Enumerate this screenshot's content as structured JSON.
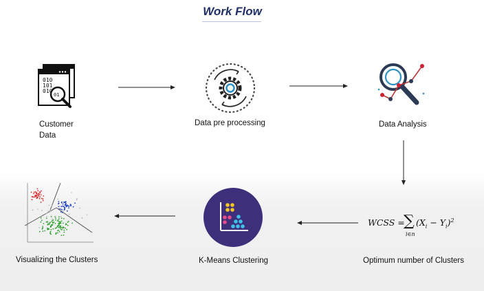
{
  "title": "Work Flow",
  "steps": [
    {
      "label_line1": "Customer",
      "label_line2": "Data",
      "icon": "binary-data-search-icon"
    },
    {
      "label": "Data pre processing",
      "icon": "gear-processing-icon"
    },
    {
      "label": "Data Analysis",
      "icon": "magnifier-chart-icon"
    },
    {
      "label": "Optimum number of Clusters",
      "formula": {
        "lhs": "WCSS =",
        "sum_index": "i∈n",
        "body": "(X",
        "sub1": "i",
        "minus": " − Y",
        "sub2": "i",
        "close": ")",
        "power": "2"
      }
    },
    {
      "label": "K-Means Clustering",
      "icon": "kmeans-clustering-icon"
    },
    {
      "label": "Visualizing the Clusters",
      "icon": "cluster-scatter-plot-icon"
    }
  ],
  "colors": {
    "title": "#1f2f68",
    "kmeans_circle": "#3d2f7a",
    "accent_blue": "#2d8fc6"
  }
}
